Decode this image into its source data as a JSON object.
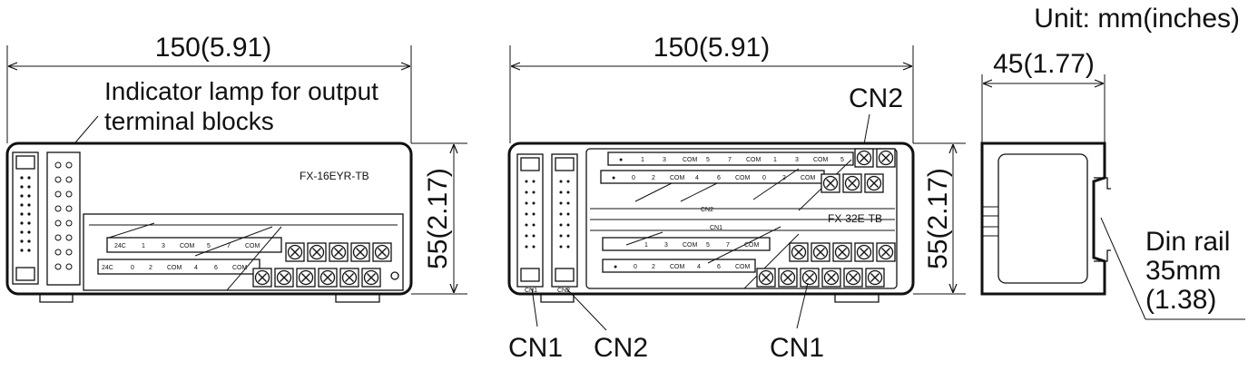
{
  "unit_label": "Unit: mm(inches)",
  "module1": {
    "width_dim": "150(5.91)",
    "height_dim": "55(2.17)",
    "indicator_line1": "Indicator lamp for output",
    "indicator_line2": "terminal blocks",
    "model": "FX-16EYR-TB",
    "top_row": [
      "24C",
      "1",
      "3",
      "COM",
      "5",
      "7",
      "COM"
    ],
    "bottom_row": [
      "24C",
      "0",
      "2",
      "COM",
      "4",
      "6",
      "COM"
    ]
  },
  "module2": {
    "width_dim": "150(5.91)",
    "height_dim": "55(2.17)",
    "model": "FX-32E-TB",
    "cn2_top": "CN2",
    "cn1_bottom": "CN1",
    "cn1_left": "CN1",
    "cn2_left": "CN2",
    "cn2_small": "CN2",
    "cn1_small": "CN1",
    "conn_cn1_tag": "CN1",
    "conn_cn2_tag": "CN2",
    "row_a": [
      "1",
      "3",
      "COM",
      "5",
      "7",
      "COM",
      "1",
      "3",
      "COM",
      "5"
    ],
    "row_b": [
      "0",
      "2",
      "COM",
      "4",
      "6",
      "COM",
      "0",
      "2",
      "COM"
    ],
    "row_c": [
      "1",
      "3",
      "COM",
      "5",
      "7",
      "COM"
    ],
    "row_d": [
      "0",
      "2",
      "COM",
      "4",
      "6",
      "COM"
    ]
  },
  "side_view": {
    "width_dim": "45(1.77)",
    "rail_line1": "Din rail",
    "rail_line2": "35mm",
    "rail_line3": "(1.38)"
  }
}
